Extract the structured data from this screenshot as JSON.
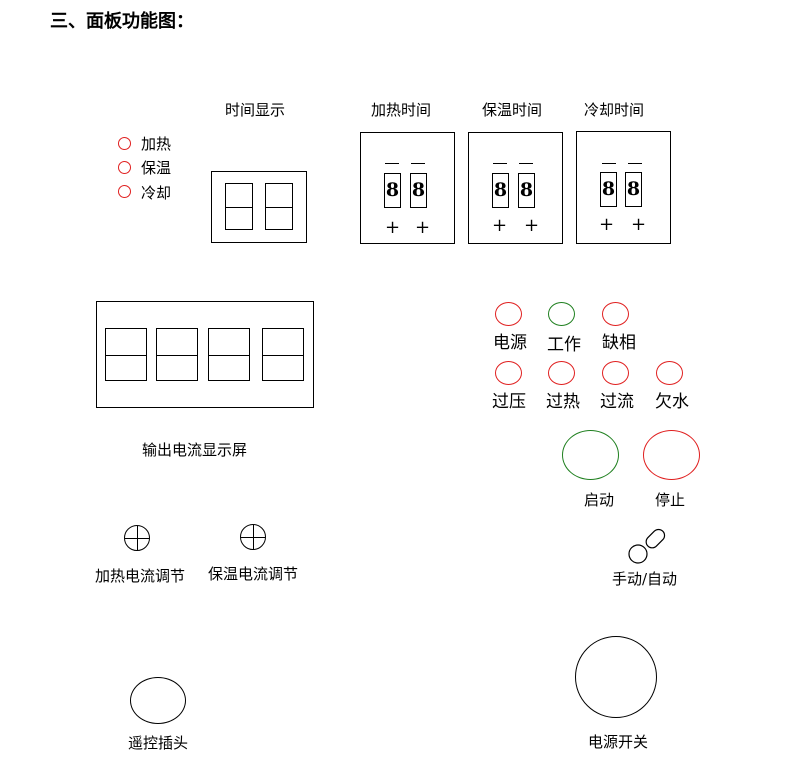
{
  "heading": "三、面板功能图：",
  "indicators": {
    "labels": [
      "加热",
      "保温",
      "冷却"
    ]
  },
  "time_display": {
    "label": "时间显示"
  },
  "timers": [
    {
      "label": "加热时间",
      "digits": [
        "8",
        "8"
      ],
      "plus": "+"
    },
    {
      "label": "保温时间",
      "digits": [
        "8",
        "8"
      ],
      "plus": "+"
    },
    {
      "label": "冷却时间",
      "digits": [
        "8",
        "8"
      ],
      "plus": "+"
    }
  ],
  "current_display": {
    "label": "输出电流显示屏"
  },
  "status_lights": {
    "row1": [
      {
        "label": "电源",
        "color": "#e02020"
      },
      {
        "label": "工作",
        "color": "#208020"
      },
      {
        "label": "缺相",
        "color": "#e02020"
      }
    ],
    "row2": [
      {
        "label": "过压",
        "color": "#e02020"
      },
      {
        "label": "过热",
        "color": "#e02020"
      },
      {
        "label": "过流",
        "color": "#e02020"
      },
      {
        "label": "欠水",
        "color": "#e02020"
      }
    ]
  },
  "buttons": {
    "start": {
      "label": "启动",
      "color": "#208020"
    },
    "stop": {
      "label": "停止",
      "color": "#e02020"
    }
  },
  "knobs": {
    "heat_current": "加热电流调节",
    "hold_current": "保温电流调节"
  },
  "manual_auto_switch": {
    "label": "手动/自动"
  },
  "remote_socket": {
    "label": "遥控插头"
  },
  "power_switch": {
    "label": "电源开关"
  }
}
